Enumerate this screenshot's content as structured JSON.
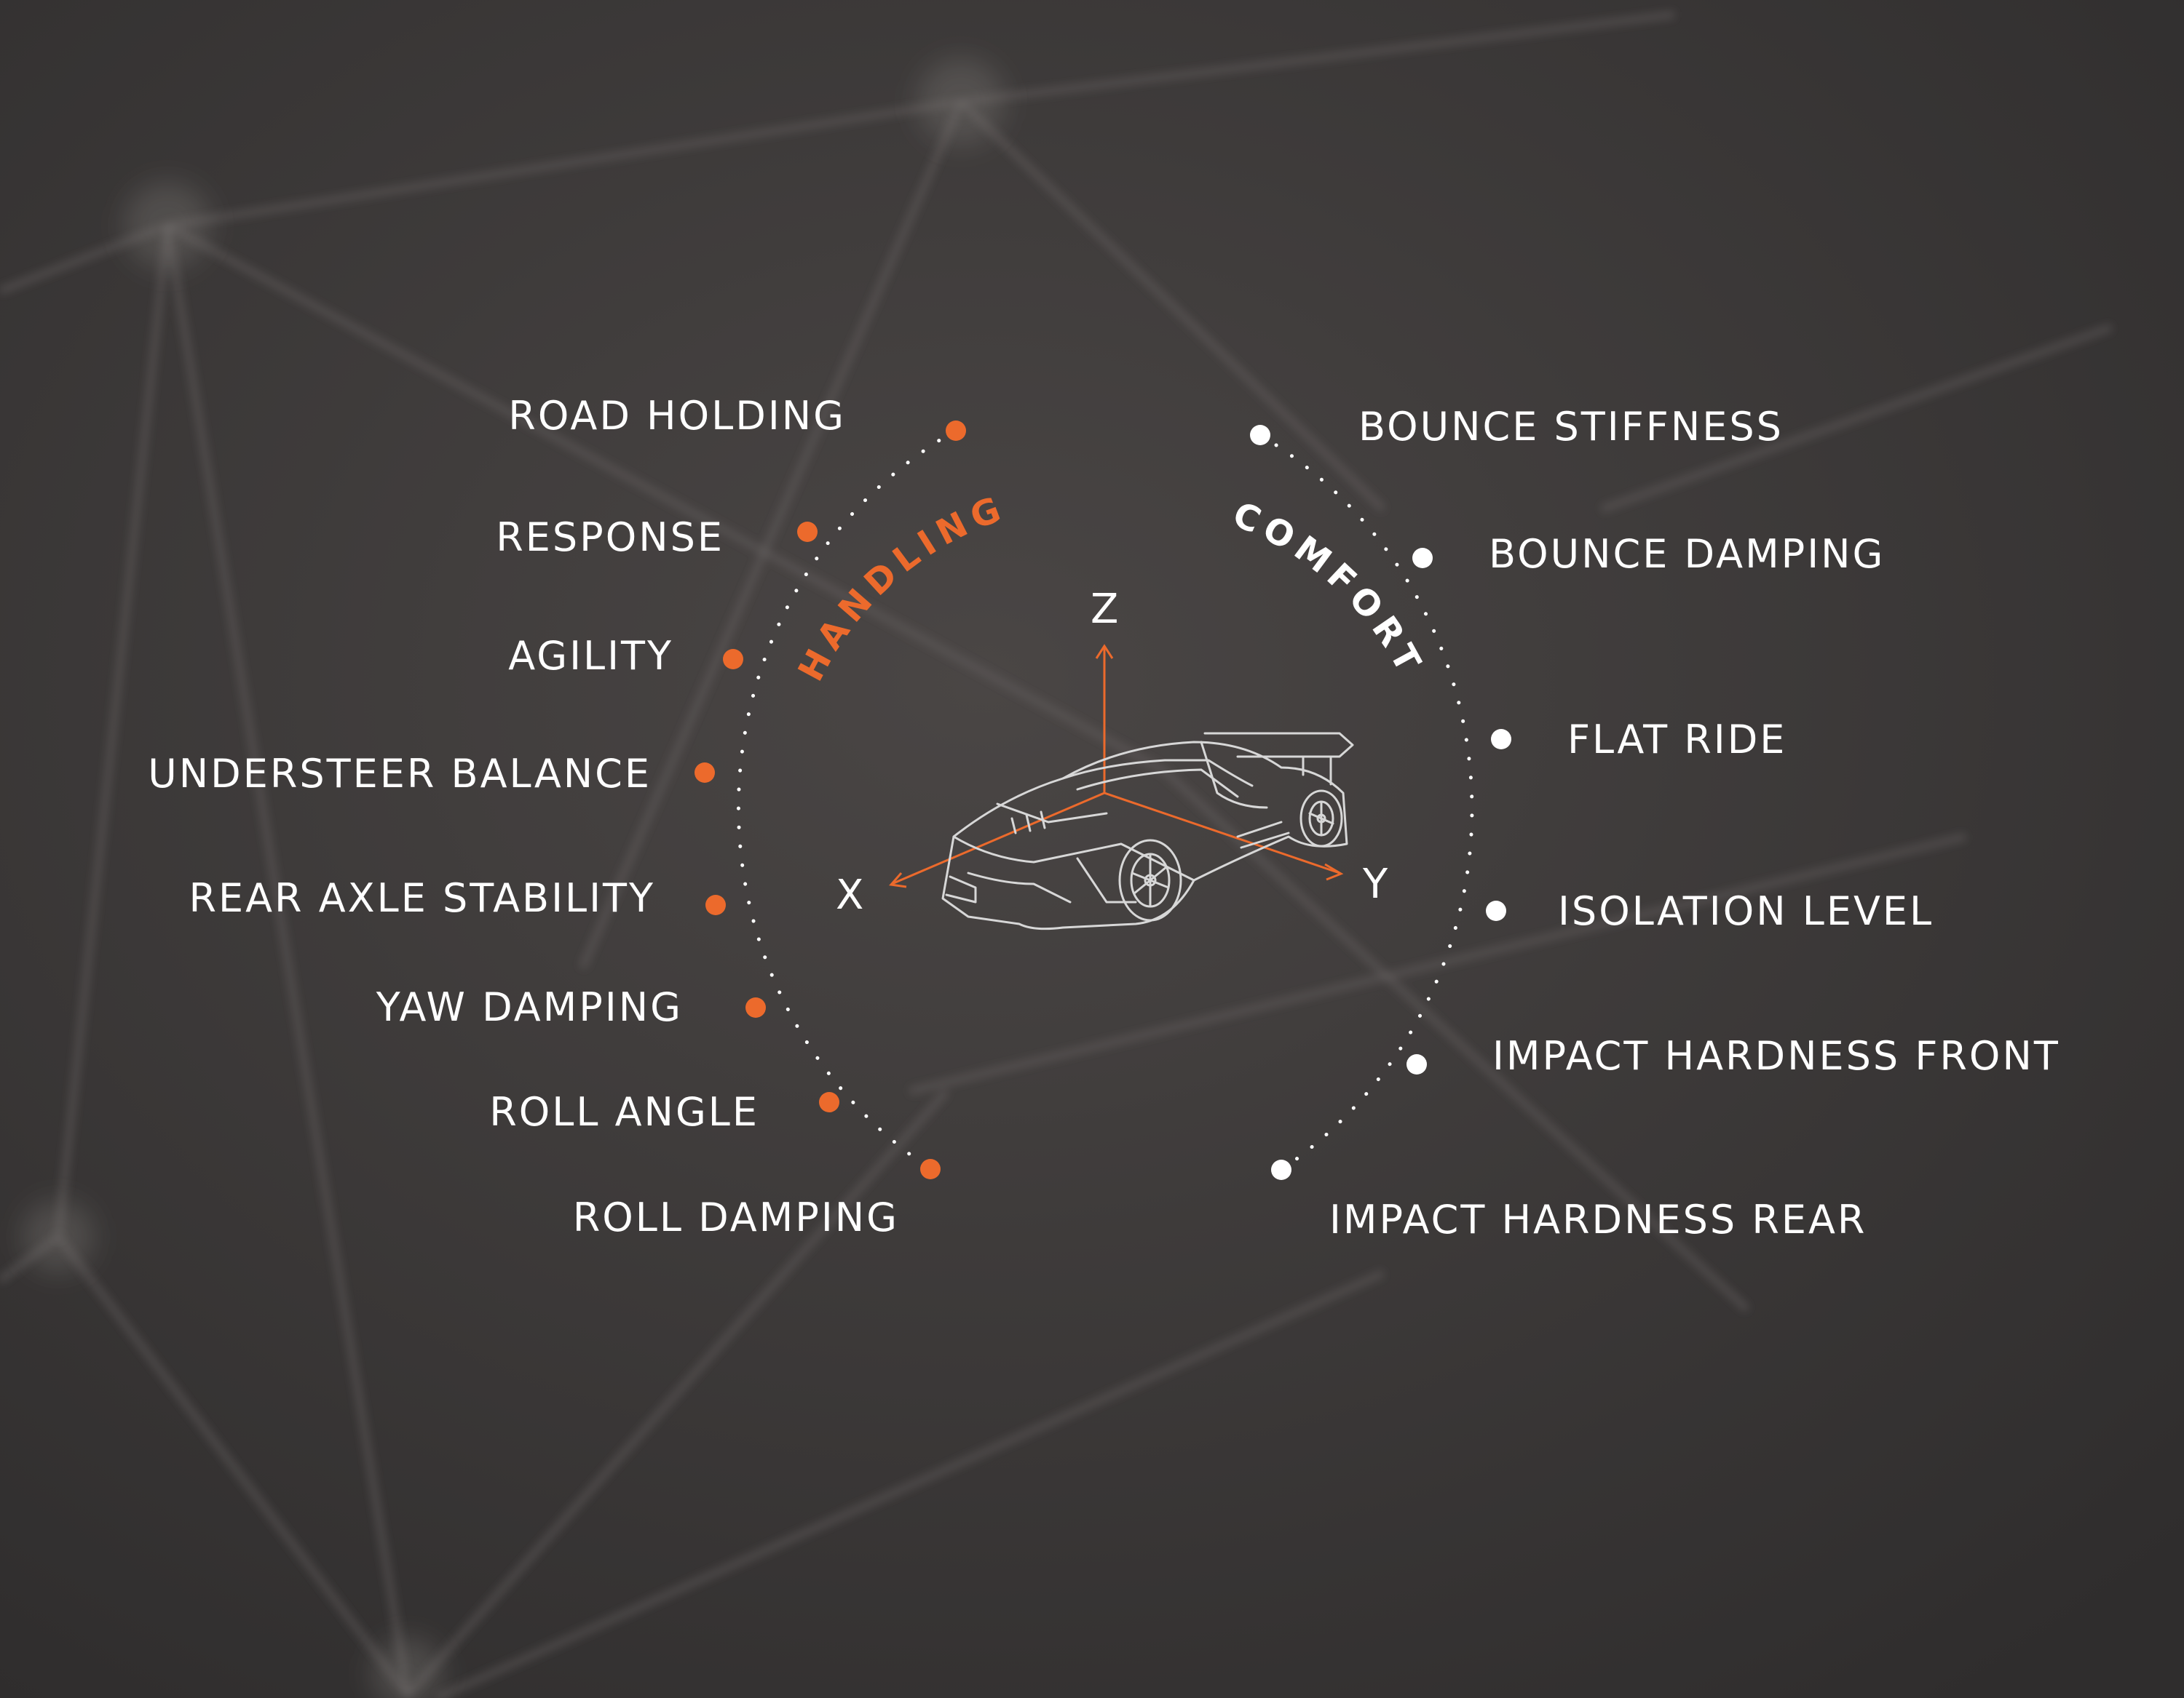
{
  "colors": {
    "background": "#3a3736",
    "accent": "#ec6a2c",
    "text": "#ffffff",
    "car_lines": "#d7d7d7"
  },
  "handling": {
    "title": "HANDLING",
    "items": [
      {
        "label": "ROAD HOLDING"
      },
      {
        "label": "RESPONSE"
      },
      {
        "label": "AGILITY"
      },
      {
        "label": "UNDERSTEER BALANCE"
      },
      {
        "label": "REAR AXLE STABILITY"
      },
      {
        "label": "YAW DAMPING"
      },
      {
        "label": "ROLL ANGLE"
      },
      {
        "label": "ROLL DAMPING"
      }
    ]
  },
  "comfort": {
    "title": "COMFORT",
    "items": [
      {
        "label": "BOUNCE STIFFNESS"
      },
      {
        "label": "BOUNCE DAMPING"
      },
      {
        "label": "FLAT RIDE"
      },
      {
        "label": "ISOLATION LEVEL"
      },
      {
        "label": "IMPACT HARDNESS FRONT"
      },
      {
        "label": "IMPACT HARDNESS REAR"
      }
    ]
  },
  "axes": {
    "x": "X",
    "y": "Y",
    "z": "Z"
  }
}
